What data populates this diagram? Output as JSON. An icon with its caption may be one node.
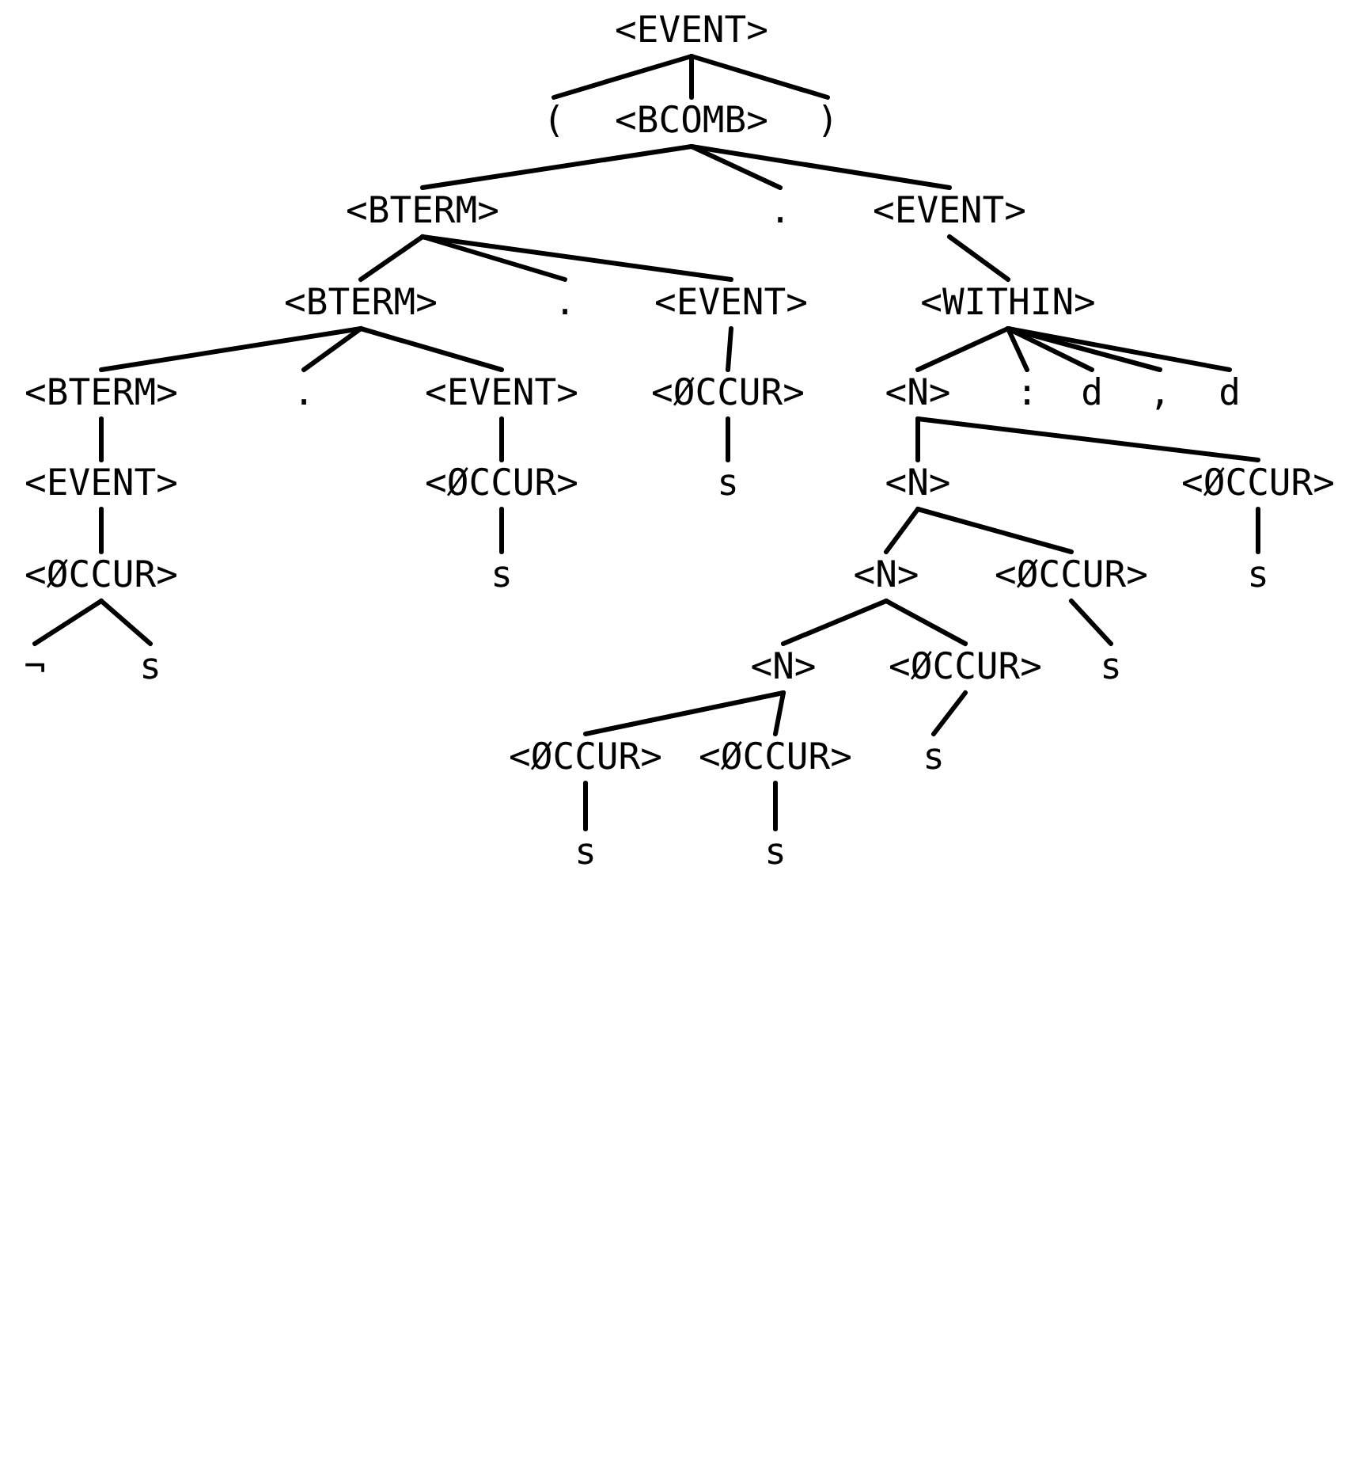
{
  "diagram": {
    "nodes": [
      {
        "text": [
          "<EVENT>"
        ]
      },
      {
        "text": [
          "("
        ]
      },
      {
        "text": [
          "<BCOMB>"
        ]
      },
      {
        "text": [
          ")"
        ]
      },
      {
        "text": [
          "<BTERM>"
        ]
      },
      {
        "text": [
          "."
        ]
      },
      {
        "text": [
          "<EVENT>"
        ]
      },
      {
        "text": [
          "<BTERM>"
        ]
      },
      {
        "text": [
          "."
        ]
      },
      {
        "text": [
          "<EVENT>"
        ]
      },
      {
        "text": [
          "<WITHIN>"
        ]
      },
      {
        "text": [
          "<BTERM>"
        ]
      },
      {
        "text": [
          "."
        ]
      },
      {
        "text": [
          "<EVENT>"
        ]
      },
      {
        "text": [
          "<ØCCUR>"
        ]
      },
      {
        "text": [
          "<N>"
        ]
      },
      {
        "text": [
          ":"
        ]
      },
      {
        "text": [
          "d"
        ]
      },
      {
        "text": [
          ","
        ]
      },
      {
        "text": [
          "d"
        ]
      },
      {
        "text": [
          "<EVENT>"
        ]
      },
      {
        "text": [
          "<ØCCUR>"
        ]
      },
      {
        "text": [
          "s"
        ]
      },
      {
        "text": [
          "<N>"
        ]
      },
      {
        "text": [
          "<ØCCUR>"
        ]
      },
      {
        "text": [
          "<ØCCUR>"
        ]
      },
      {
        "text": [
          "s"
        ]
      },
      {
        "text": [
          "<N>"
        ]
      },
      {
        "text": [
          "<ØCCUR>"
        ]
      },
      {
        "text": [
          "s"
        ]
      },
      {
        "text": [
          "¬"
        ]
      },
      {
        "text": [
          "s"
        ]
      },
      {
        "text": [
          "<N>"
        ]
      },
      {
        "text": [
          "<ØCCUR>"
        ]
      },
      {
        "text": [
          "s"
        ]
      },
      {
        "text": [
          "<ØCCUR>"
        ]
      },
      {
        "text": [
          "<ØCCUR>"
        ]
      },
      {
        "text": [
          "s"
        ]
      },
      {
        "text": [
          "s"
        ]
      },
      {
        "text": [
          "s"
        ]
      }
    ],
    "edges": [
      {
        "from": 0,
        "to": 1,
        "arrow": "none"
      },
      {
        "from": 0,
        "to": 2,
        "arrow": "none"
      },
      {
        "from": 0,
        "to": 3,
        "arrow": "none"
      },
      {
        "from": 2,
        "to": 4,
        "arrow": "none"
      },
      {
        "from": 2,
        "to": 5,
        "arrow": "none"
      },
      {
        "from": 2,
        "to": 6,
        "arrow": "none"
      },
      {
        "from": 4,
        "to": 7,
        "arrow": "none"
      },
      {
        "from": 4,
        "to": 8,
        "arrow": "none"
      },
      {
        "from": 4,
        "to": 9,
        "arrow": "none"
      },
      {
        "from": 6,
        "to": 10,
        "arrow": "none"
      },
      {
        "from": 7,
        "to": 11,
        "arrow": "none"
      },
      {
        "from": 7,
        "to": 12,
        "arrow": "none"
      },
      {
        "from": 7,
        "to": 13,
        "arrow": "none"
      },
      {
        "from": 9,
        "to": 14,
        "arrow": "none"
      },
      {
        "from": 10,
        "to": 15,
        "arrow": "none"
      },
      {
        "from": 10,
        "to": 16,
        "arrow": "none"
      },
      {
        "from": 10,
        "to": 17,
        "arrow": "none"
      },
      {
        "from": 10,
        "to": 18,
        "arrow": "none"
      },
      {
        "from": 10,
        "to": 19,
        "arrow": "none"
      },
      {
        "from": 11,
        "to": 20,
        "arrow": "none"
      },
      {
        "from": 13,
        "to": 21,
        "arrow": "none"
      },
      {
        "from": 14,
        "to": 22,
        "arrow": "none"
      },
      {
        "from": 15,
        "to": 23,
        "arrow": "none"
      },
      {
        "from": 15,
        "to": 24,
        "arrow": "none"
      },
      {
        "from": 20,
        "to": 25,
        "arrow": "none"
      },
      {
        "from": 21,
        "to": 26,
        "arrow": "none"
      },
      {
        "from": 24,
        "to": 29,
        "arrow": "none"
      },
      {
        "from": 23,
        "to": 27,
        "arrow": "none"
      },
      {
        "from": 23,
        "to": 28,
        "arrow": "none"
      },
      {
        "from": 25,
        "to": 30,
        "arrow": "none"
      },
      {
        "from": 25,
        "to": 31,
        "arrow": "none"
      },
      {
        "from": 27,
        "to": 32,
        "arrow": "none"
      },
      {
        "from": 27,
        "to": 33,
        "arrow": "none"
      },
      {
        "from": 28,
        "to": 34,
        "arrow": "none"
      },
      {
        "from": 32,
        "to": 35,
        "arrow": "none"
      },
      {
        "from": 32,
        "to": 36,
        "arrow": "none"
      },
      {
        "from": 33,
        "to": 37,
        "arrow": "none"
      },
      {
        "from": 35,
        "to": 38,
        "arrow": "none"
      },
      {
        "from": 36,
        "to": 39,
        "arrow": "none"
      }
    ]
  }
}
